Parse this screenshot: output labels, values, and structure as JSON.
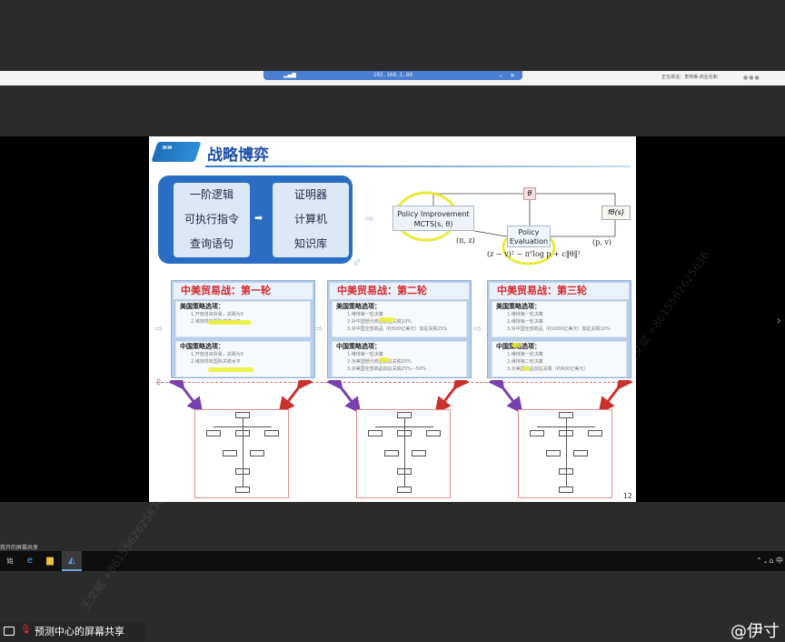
{
  "share_bar": {
    "ip": "192.168.1.88",
    "speaker": "正在讲话：李林琳-商业化和",
    "minimize": "–",
    "close": "×"
  },
  "slide": {
    "title": "战略博弈",
    "left_terms": [
      "一阶逻辑",
      "可执行指令",
      "查询语句"
    ],
    "right_terms": [
      "证明器",
      "计算机",
      "知识库"
    ],
    "diagram": {
      "policy_improvement": "Policy Improvement",
      "mcts": "MCTS(s, θ)",
      "policy_evaluation_1": "Policy",
      "policy_evaluation_2": "Evaluation",
      "theta": "θ",
      "f_theta": "fθ(s)",
      "pi_z": "(π, z)",
      "p_v": "(p, v)",
      "loss": "(z − v)² − πᵀlog p + c‖θ‖²"
    },
    "rounds": [
      {
        "title": "中美贸易战：第一轮",
        "us_title": "美国策略选项：",
        "us_items": [
          "1.开放自由贸易，关税为0",
          "2.维持现有国际关税水平"
        ],
        "cn_title": "中国策略选项：",
        "cn_items": [
          "1.开放自由贸易，关税为0",
          "2.维持现有国际关税水平"
        ]
      },
      {
        "title": "中美贸易战：第二轮",
        "us_title": "美国策略选项：",
        "us_items": [
          "1.维持第一轮决策",
          "2.对中国部分商品加征关税10%",
          "3.对中国全部商品（约500亿美元）加征关税25%"
        ],
        "cn_title": "中国策略选项：",
        "cn_items": [
          "1.维持第一轮决策",
          "2.对美国部分商品加征关税25%",
          "3.对美国全部商品加征关税25%—50%"
        ]
      },
      {
        "title": "中美贸易战：第三轮",
        "us_title": "美国策略选项：",
        "us_items": [
          "1.维持第一轮决策",
          "2.维持第一轮决策",
          "3.对中国全部商品（约2000亿美元）加征关税10%"
        ],
        "cn_title": "中国策略选项：",
        "cn_items": [
          "1.维持第一轮决策",
          "2.维持第二轮决策",
          "3.对美国商品加征关税（约600亿美元）"
        ]
      }
    ],
    "page_number": "12"
  },
  "taskbar": {
    "share_label": "我开的屏幕共享",
    "start_label": "始",
    "tray": "⌃ 𝅘 ⌂ 中"
  },
  "footer": {
    "text": "预测中心的屏幕共享",
    "handle": "@伊寸"
  },
  "watermark": "王文斌 +8615562625636"
}
